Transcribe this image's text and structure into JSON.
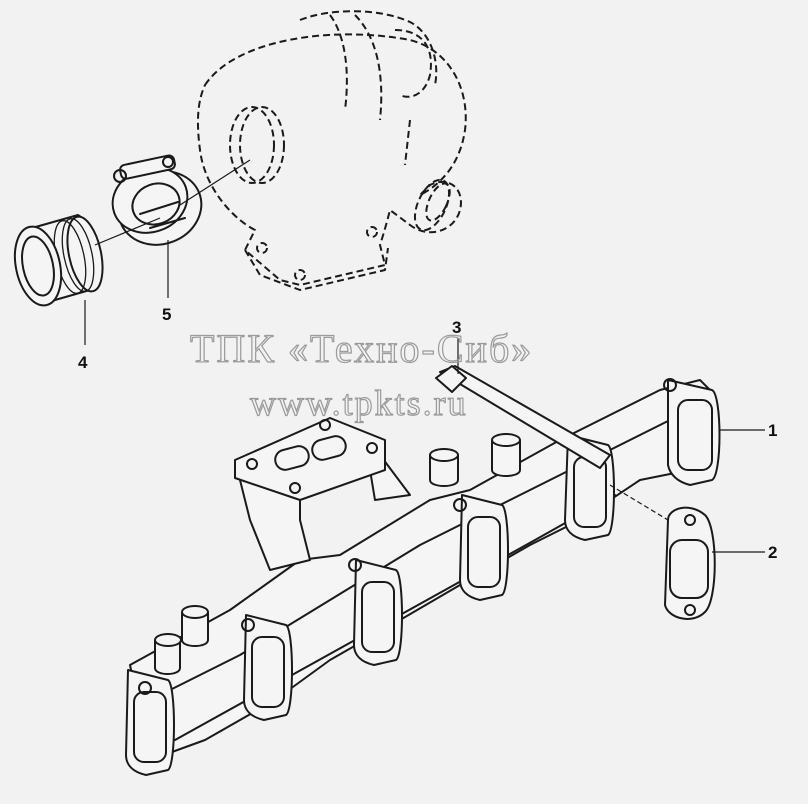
{
  "callouts": [
    {
      "id": "1",
      "label": "1"
    },
    {
      "id": "2",
      "label": "2"
    },
    {
      "id": "3",
      "label": "3"
    },
    {
      "id": "4",
      "label": "4"
    },
    {
      "id": "5",
      "label": "5"
    }
  ],
  "watermark": {
    "line1": "ТПК «Техно-Сиб»",
    "line2": "www.tpkts.ru"
  }
}
